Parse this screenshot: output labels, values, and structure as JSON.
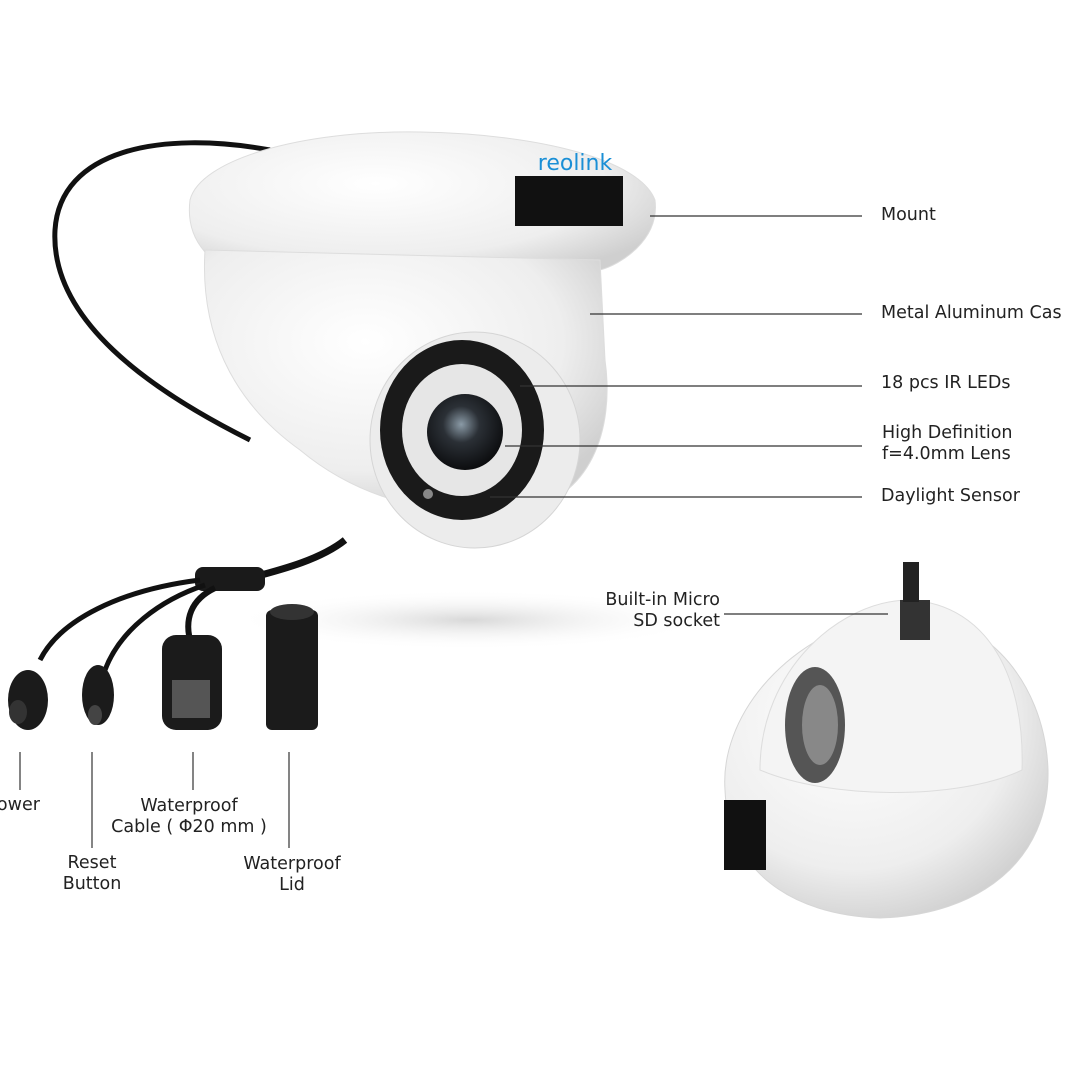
{
  "brand": {
    "logo_text": "reolink",
    "logo_color": "#1a8fd6"
  },
  "callouts": {
    "mount": "Mount",
    "casing": "Metal Aluminum Cas",
    "ir_leds": "18 pcs IR LEDs",
    "lens_line1": "High Definition",
    "lens_line2": "f=4.0mm Lens",
    "daylight_sensor": "Daylight Sensor",
    "sd_line1": "Built-in Micro",
    "sd_line2": "SD socket",
    "power": "Power",
    "reset_line1": "Reset",
    "reset_line2": "Button",
    "cable_line1": "Waterproof",
    "cable_line2": "Cable ( Φ20 mm )",
    "lid_line1": "Waterproof",
    "lid_line2": "Lid"
  }
}
